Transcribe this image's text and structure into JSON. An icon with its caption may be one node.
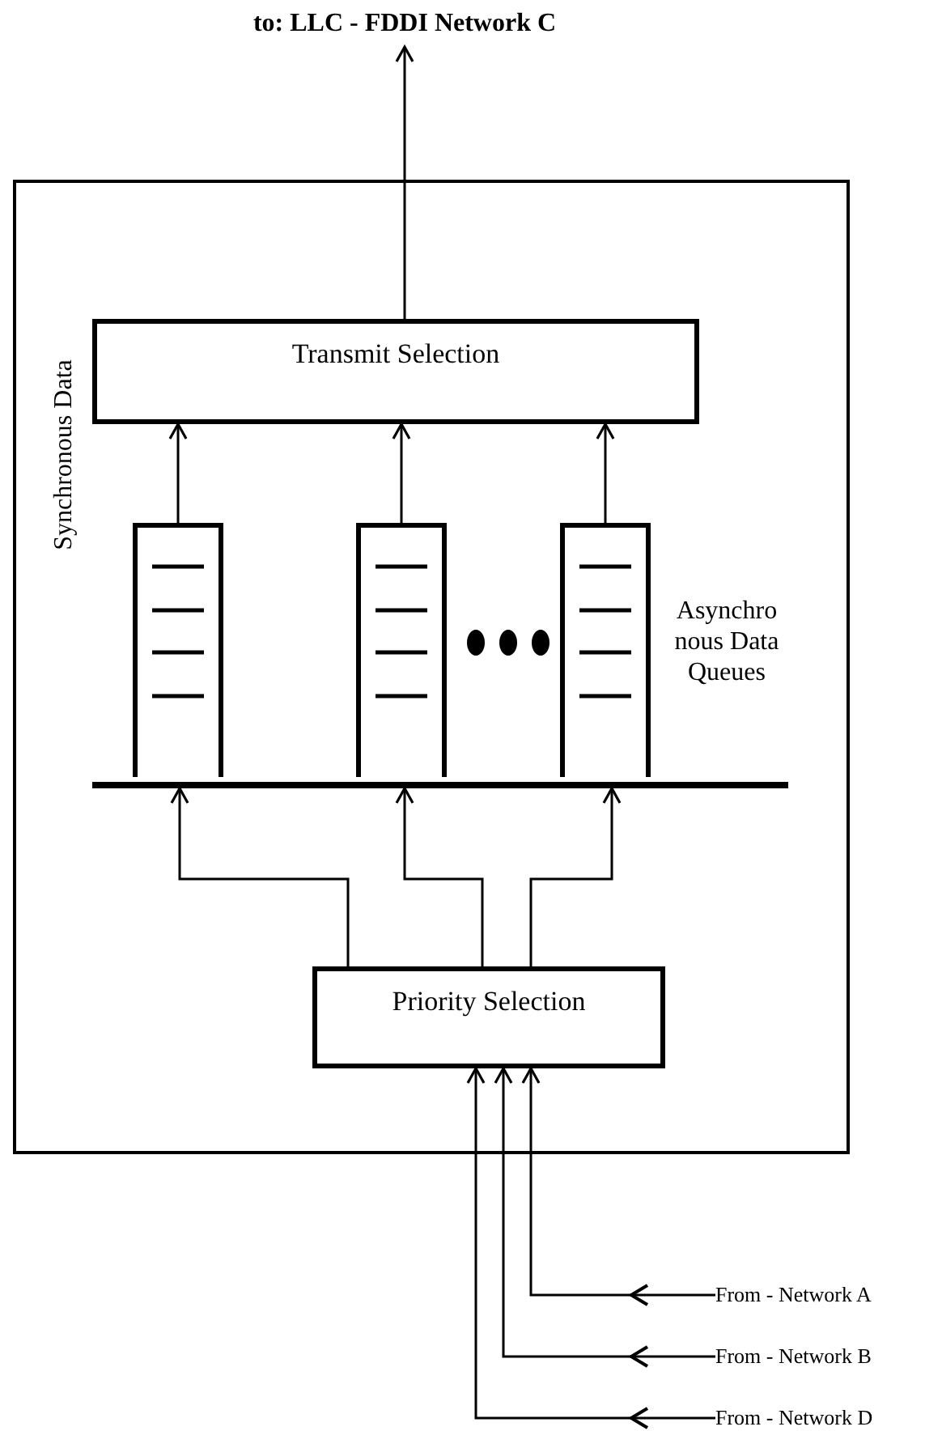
{
  "diagram": {
    "nodes": [
      {
        "text": [
          "to: LLC - FDDI Network C"
        ]
      },
      {
        "text": [],
        "shape": "box"
      },
      {
        "text": [
          "Transmit Selection"
        ],
        "in": 1
      },
      {
        "text": [],
        "shape": "box",
        "in": 1
      },
      {
        "text": [],
        "shape": "box",
        "in": 1
      },
      {
        "text": [],
        "shape": "box",
        "in": 1
      },
      {
        "text": [],
        "shape": "bar",
        "in": 1
      },
      {
        "text": [
          "Priority Selection"
        ],
        "in": 1
      },
      {
        "text": [
          "From - Network A"
        ]
      },
      {
        "text": [
          "From - Network B"
        ]
      },
      {
        "text": [
          "From - Network D"
        ]
      }
    ],
    "edges": [
      {
        "from": 2,
        "to": 0,
        "arrow": "to"
      },
      {
        "from": 3,
        "to": 2,
        "arrow": "to"
      },
      {
        "from": 4,
        "to": 2,
        "arrow": "to"
      },
      {
        "from": 5,
        "to": 2,
        "arrow": "to"
      },
      {
        "from": 7,
        "to": 6,
        "arrow": "to"
      },
      {
        "from": 7,
        "to": 6,
        "arrow": "to"
      },
      {
        "from": 7,
        "to": 6,
        "arrow": "to"
      },
      {
        "from": 8,
        "to": 7,
        "arrow": "to"
      },
      {
        "from": 9,
        "to": 7,
        "arrow": "to"
      },
      {
        "from": 10,
        "to": 7,
        "arrow": "to"
      }
    ],
    "labels": [
      "Synchronous Data",
      "Asynchro nous Data Queues"
    ]
  }
}
